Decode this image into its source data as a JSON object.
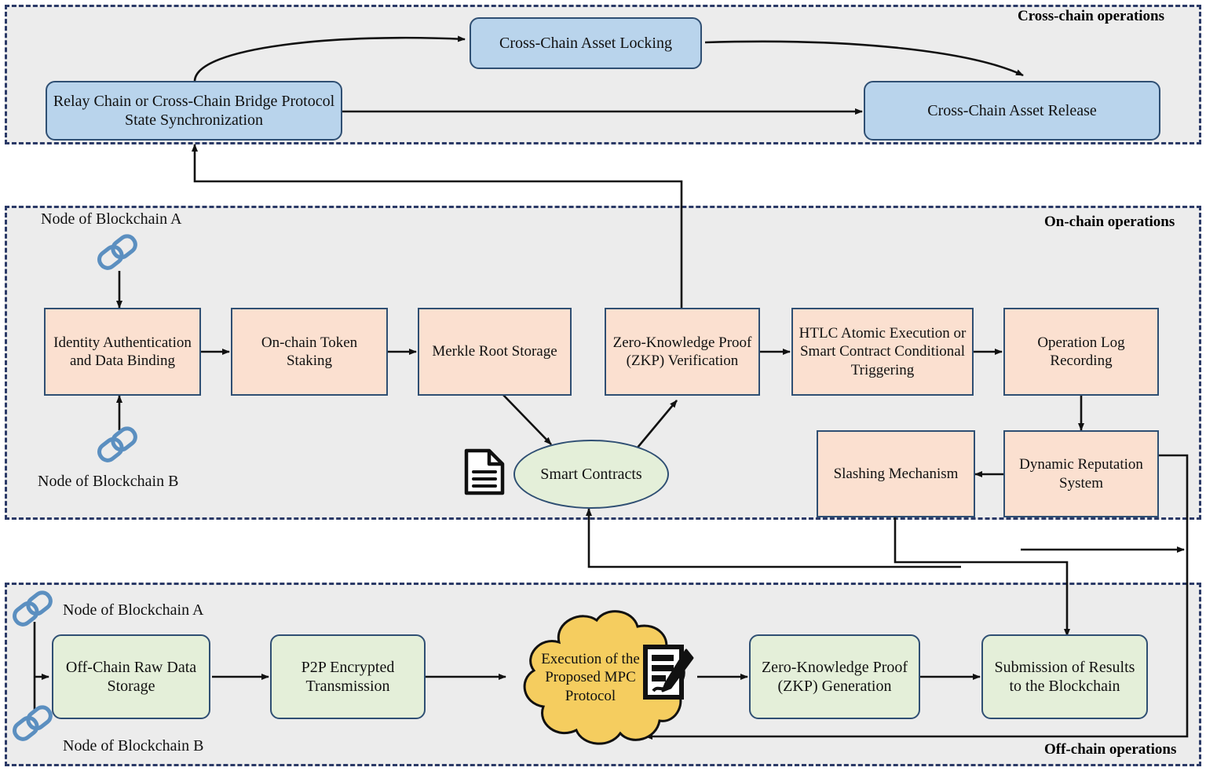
{
  "figure": {
    "title": "Cross-chain / On-chain / Off-chain MPC architecture flow diagram",
    "palette": {
      "cross_chain_fill": "#b9d4ec",
      "on_chain_fill": "#fbe0d0",
      "off_chain_fill": "#e4efd9",
      "cloud_fill": "#f5cd5f",
      "zone_background": "#ececec",
      "zone_border": "#2b3a67",
      "node_border": "#2f4f73",
      "chain_icon": "#5b8fc0"
    }
  },
  "zones": [
    {
      "id": "cross",
      "label": "Cross-chain operations"
    },
    {
      "id": "on",
      "label": "On-chain operations"
    },
    {
      "id": "off",
      "label": "Off-chain operations"
    }
  ],
  "cross_chain": {
    "nodes": [
      {
        "id": "relay",
        "label": "Relay Chain or Cross-Chain Bridge Protocol State Synchronization"
      },
      {
        "id": "lock",
        "label": "Cross-Chain Asset Locking"
      },
      {
        "id": "release",
        "label": "Cross-Chain Asset Release"
      }
    ]
  },
  "on_chain": {
    "labels": [
      {
        "id": "node-a",
        "text": "Node of Blockchain A"
      },
      {
        "id": "node-b",
        "text": "Node of Blockchain B"
      }
    ],
    "nodes": [
      {
        "id": "identity",
        "label": "Identity Authentication and Data Binding"
      },
      {
        "id": "staking",
        "label": "On-chain Token Staking"
      },
      {
        "id": "merkle",
        "label": "Merkle Root Storage"
      },
      {
        "id": "zkpverify",
        "label": "Zero-Knowledge Proof (ZKP) Verification"
      },
      {
        "id": "htlc",
        "label": "HTLC Atomic Execution or Smart Contract Conditional Triggering"
      },
      {
        "id": "oplog",
        "label": "Operation Log Recording"
      },
      {
        "id": "slashing",
        "label": "Slashing Mechanism"
      },
      {
        "id": "reputation",
        "label": "Dynamic Reputation System"
      },
      {
        "id": "contracts",
        "label": "Smart Contracts"
      }
    ],
    "icons": [
      {
        "id": "chain-a",
        "name": "chain-link-icon"
      },
      {
        "id": "chain-b",
        "name": "chain-link-icon"
      },
      {
        "id": "doc",
        "name": "document-icon"
      }
    ]
  },
  "off_chain": {
    "labels": [
      {
        "id": "node-a",
        "text": "Node of Blockchain A"
      },
      {
        "id": "node-b",
        "text": "Node of Blockchain B"
      }
    ],
    "nodes": [
      {
        "id": "rawdata",
        "label": "Off-Chain Raw Data Storage"
      },
      {
        "id": "p2p",
        "label": "P2P Encrypted Transmission"
      },
      {
        "id": "mpc",
        "label": "Execution of the Proposed MPC Protocol"
      },
      {
        "id": "zkpgen",
        "label": "Zero-Knowledge Proof (ZKP) Generation"
      },
      {
        "id": "submission",
        "label": "Submission of Results to the Blockchain"
      }
    ],
    "icons": [
      {
        "id": "chain-a",
        "name": "chain-link-icon"
      },
      {
        "id": "chain-b",
        "name": "chain-link-icon"
      },
      {
        "id": "contract",
        "name": "signed-contract-pen-icon"
      }
    ]
  }
}
